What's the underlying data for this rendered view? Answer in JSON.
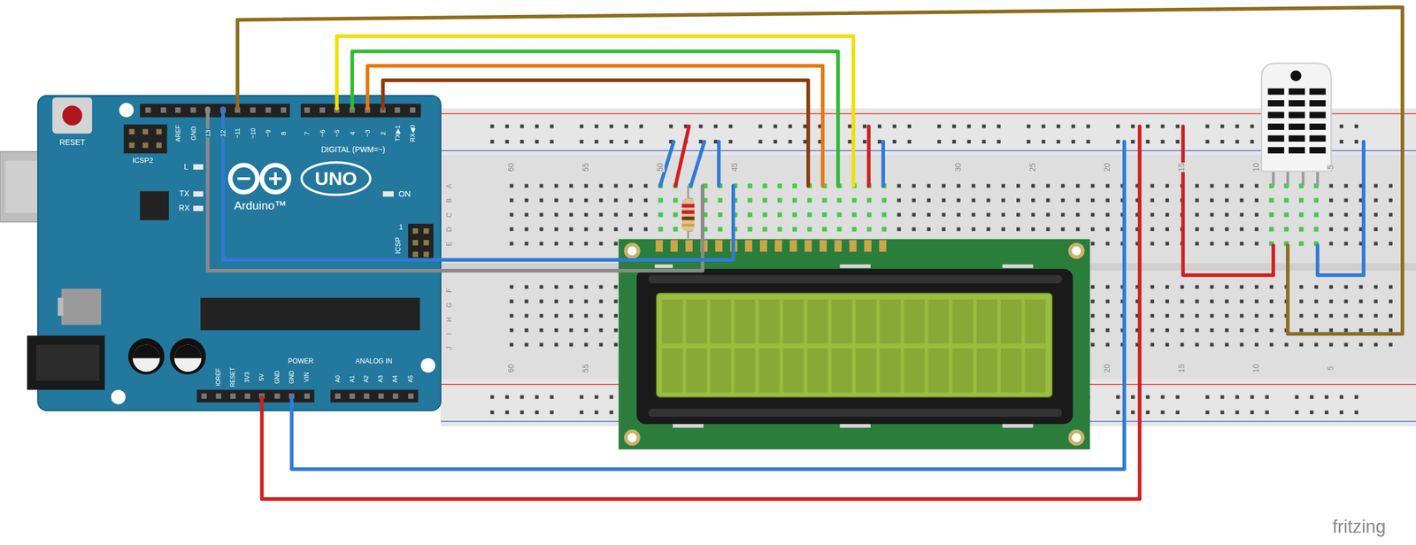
{
  "diagram": {
    "labels": [
      "AREF",
      "GND",
      "13",
      "12",
      "~11",
      "~10",
      "~9",
      "8",
      "7",
      "~6",
      "~5",
      "4",
      "~3",
      "2",
      "TX▶1",
      "RX◀0",
      "DIGITAL (PWM=~)",
      "RESET",
      "ICSP2",
      "L",
      "TX",
      "RX",
      "UNO",
      "Arduino™",
      "ON",
      "ICSP",
      "1",
      "IOREF",
      "RESET",
      "3V3",
      "5V",
      "GND",
      "GND",
      "VIN",
      "POWER",
      "ANALOG IN",
      "A0",
      "A1",
      "A2",
      "A3",
      "A4",
      "A5",
      "60",
      "55",
      "50",
      "45",
      "30",
      "25",
      "20",
      "15",
      "10",
      "5",
      "60",
      "55",
      "20",
      "15",
      "10",
      "5",
      "A",
      "B",
      "C",
      "D",
      "E",
      "F",
      "G",
      "H",
      "I",
      "J",
      "fritzing"
    ]
  }
}
